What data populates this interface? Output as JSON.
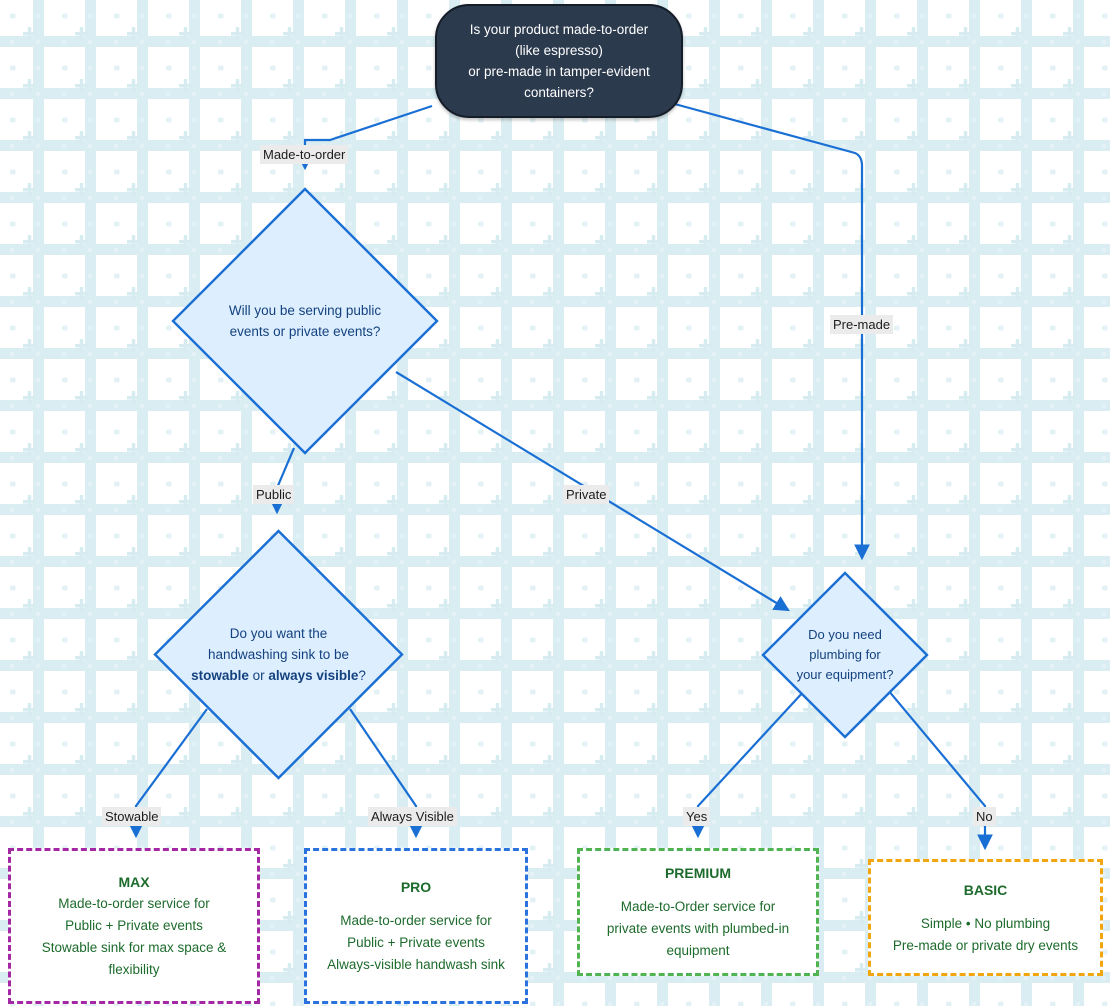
{
  "diagram": {
    "title": "Product service tier decision flowchart",
    "colors": {
      "root_fill": "#2c3a4e",
      "decision_fill": "#ddeeff",
      "decision_stroke": "#1a6fd4",
      "edge": "#1a6fd4",
      "result_text": "#1d6b2c",
      "max_border": "#a428a4",
      "pro_border": "#2a72dd",
      "premium_border": "#52b352",
      "basic_border": "#f1a50e",
      "edge_label_bg": "#ebebeb",
      "background": "#ffffff"
    },
    "root": {
      "name": "root-question",
      "lines": [
        "Is your product made-to-order",
        "(like espresso)",
        "or pre-made in tamper-evident",
        "containers?"
      ]
    },
    "decisions": [
      {
        "id": "serving",
        "lines": [
          "Will you be serving public",
          "events or private events?"
        ]
      },
      {
        "id": "sink",
        "lines_html": [
          "Do you want the",
          "handwashing sink to be",
          "<b>stowable</b> or <b>always visible</b>?"
        ]
      },
      {
        "id": "plumbing",
        "lines": [
          "Do you need",
          "plumbing for",
          "your equipment?"
        ]
      }
    ],
    "edge_labels": {
      "made_to_order": "Made-to-order",
      "pre_made": "Pre-made",
      "public": "Public",
      "private": "Private",
      "stowable": "Stowable",
      "always_visible": "Always Visible",
      "yes": "Yes",
      "no": "No"
    },
    "results": [
      {
        "id": "max",
        "title": "MAX",
        "lines": [
          "Made-to-order service for",
          "Public + Private events",
          "Stowable sink for max space &",
          "flexibility"
        ],
        "gap_after_title": false
      },
      {
        "id": "pro",
        "title": "PRO",
        "lines": [
          "Made-to-order service for",
          "Public + Private events",
          "Always-visible handwash sink"
        ],
        "gap_after_title": true
      },
      {
        "id": "premium",
        "title": "PREMIUM",
        "lines": [
          "Made-to-Order service for",
          "private events with plumbed-in",
          "equipment"
        ],
        "gap_after_title": true
      },
      {
        "id": "basic",
        "title": "BASIC",
        "lines": [
          "Simple • No plumbing",
          "Pre-made or private dry events"
        ],
        "gap_after_title": true
      }
    ]
  }
}
